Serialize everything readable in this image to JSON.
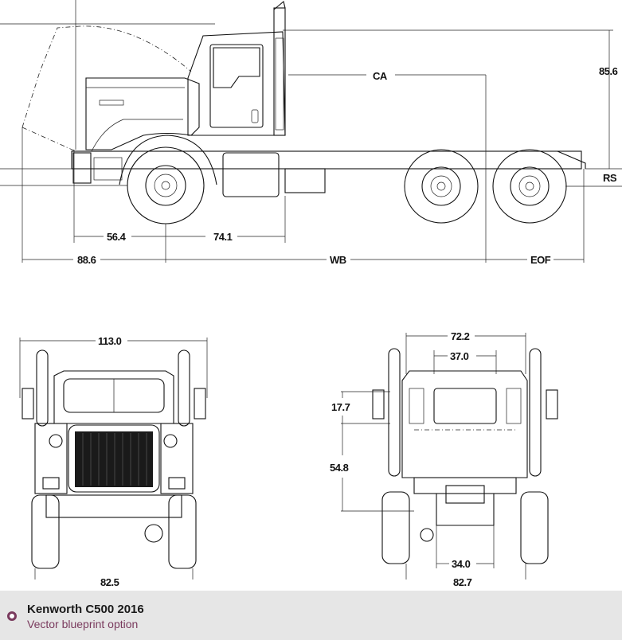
{
  "footer": {
    "title": "Kenworth C500 2016",
    "subtitle": "Vector blueprint option"
  },
  "dimensions": {
    "side": {
      "top_height": "85.6",
      "ca": "CA",
      "rs": "RS",
      "bumper_to_axle": "56.4",
      "axle_to_cab": "74.1",
      "front_overhang": "88.6",
      "wb": "WB",
      "eof": "EOF"
    },
    "front": {
      "overall_width": "113.0",
      "bottom_partial": "82.5"
    },
    "rear": {
      "width_top": "72.2",
      "width_inner": "37.0",
      "height_upper": "17.7",
      "height_lower": "54.8",
      "frame_width": "34.0",
      "bottom_partial": "82.7"
    }
  },
  "icons": {
    "footer_bullet": "ring-bullet-icon"
  }
}
